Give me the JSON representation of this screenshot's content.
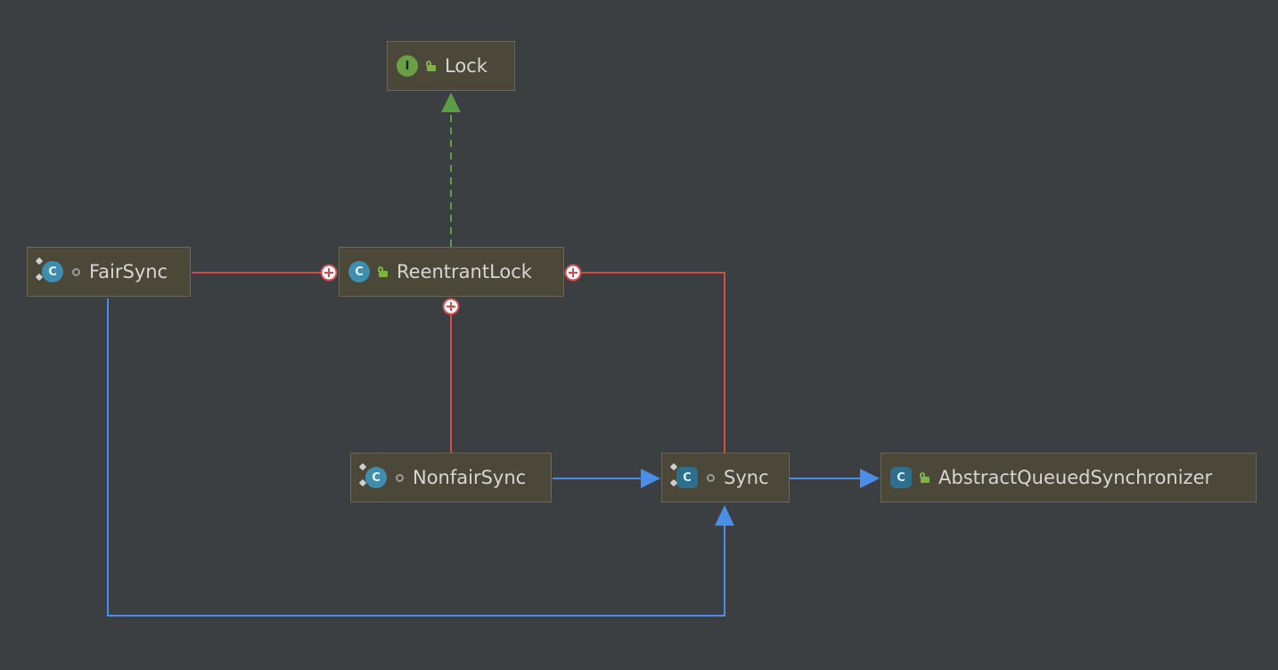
{
  "diagram": {
    "nodes": {
      "lock": {
        "name": "Lock",
        "kind_icon": "interface-icon",
        "kind_letter": "I",
        "visibility_icon": "public-visibility-icon"
      },
      "reentrant_lock": {
        "name": "ReentrantLock",
        "kind_icon": "class-icon",
        "kind_letter": "C",
        "visibility_icon": "public-visibility-icon"
      },
      "fair_sync": {
        "name": "FairSync",
        "kind_icon": "static-class-icon",
        "kind_letter": "C",
        "visibility_icon": "package-visibility-icon"
      },
      "nonfair_sync": {
        "name": "NonfairSync",
        "kind_icon": "static-class-icon",
        "kind_letter": "C",
        "visibility_icon": "package-visibility-icon"
      },
      "sync": {
        "name": "Sync",
        "kind_icon": "static-abstract-class-icon",
        "kind_letter": "C",
        "visibility_icon": "package-visibility-icon"
      },
      "aqs": {
        "name": "AbstractQueuedSynchronizer",
        "kind_icon": "abstract-class-icon",
        "kind_letter": "C",
        "visibility_icon": "public-visibility-icon"
      }
    },
    "relations": [
      {
        "type": "implements",
        "from": "ReentrantLock",
        "to": "Lock",
        "color": "#5c9e45"
      },
      {
        "type": "inner-class",
        "from": "FairSync",
        "to": "ReentrantLock",
        "color": "#d64c4c"
      },
      {
        "type": "inner-class",
        "from": "Sync",
        "to": "ReentrantLock",
        "color": "#d64c4c"
      },
      {
        "type": "inner-class",
        "from": "NonfairSync",
        "to": "ReentrantLock",
        "color": "#d64c4c"
      },
      {
        "type": "extends",
        "from": "NonfairSync",
        "to": "Sync",
        "color": "#4a8ee8"
      },
      {
        "type": "extends",
        "from": "FairSync",
        "to": "Sync",
        "color": "#4a8ee8"
      },
      {
        "type": "extends",
        "from": "Sync",
        "to": "AbstractQueuedSynchronizer",
        "color": "#4a8ee8"
      }
    ],
    "colors": {
      "background": "#3c3f41",
      "node_fill": "#4b4739",
      "implements": "#5c9e45",
      "inner_class": "#d64c4c",
      "extends": "#4a8ee8"
    }
  }
}
